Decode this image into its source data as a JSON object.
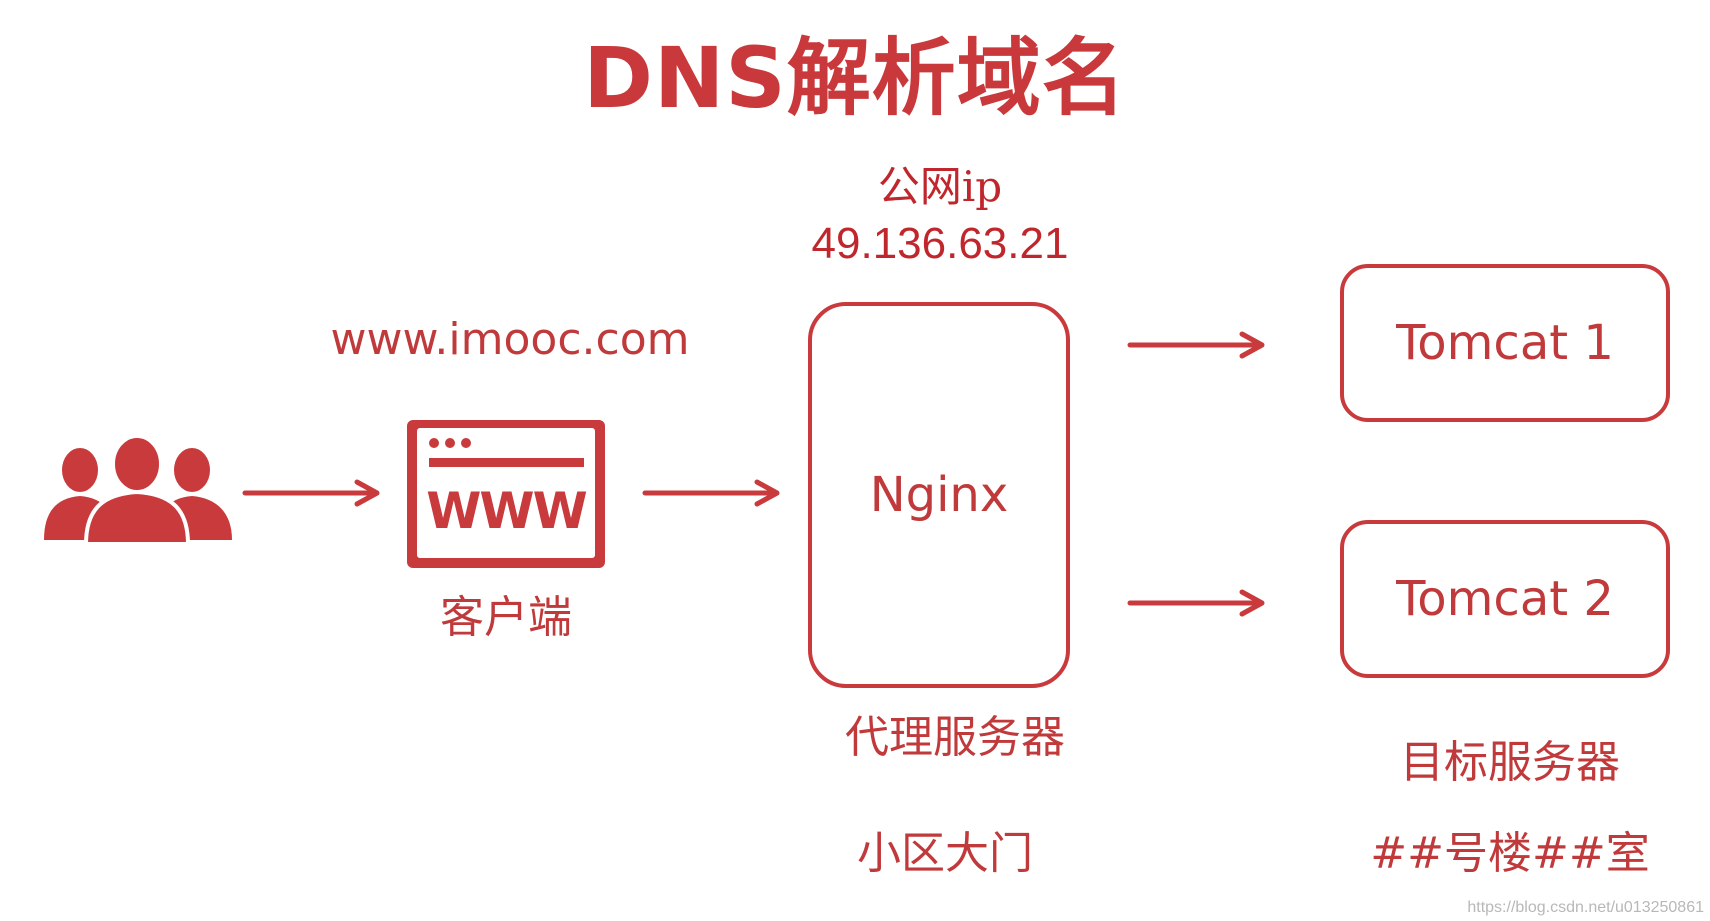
{
  "title": "DNS解析域名",
  "public_ip": {
    "label": "公网ip",
    "value": "49.136.63.21"
  },
  "client": {
    "domain": "www.imooc.com",
    "browser_text": "WWW",
    "label": "客户端"
  },
  "proxy": {
    "box_label": "Nginx",
    "label": "代理服务器",
    "analogy": "小区大门"
  },
  "targets": {
    "servers": [
      "Tomcat 1",
      "Tomcat 2"
    ],
    "label": "目标服务器",
    "analogy": "##号楼##室"
  },
  "icons": {
    "users": "users-icon",
    "browser": "browser-window-icon",
    "arrow": "arrow-right-icon"
  },
  "colors": {
    "accent": "#c9393c",
    "ip_text": "#c0272d"
  },
  "watermark": "https://blog.csdn.net/u013250861"
}
